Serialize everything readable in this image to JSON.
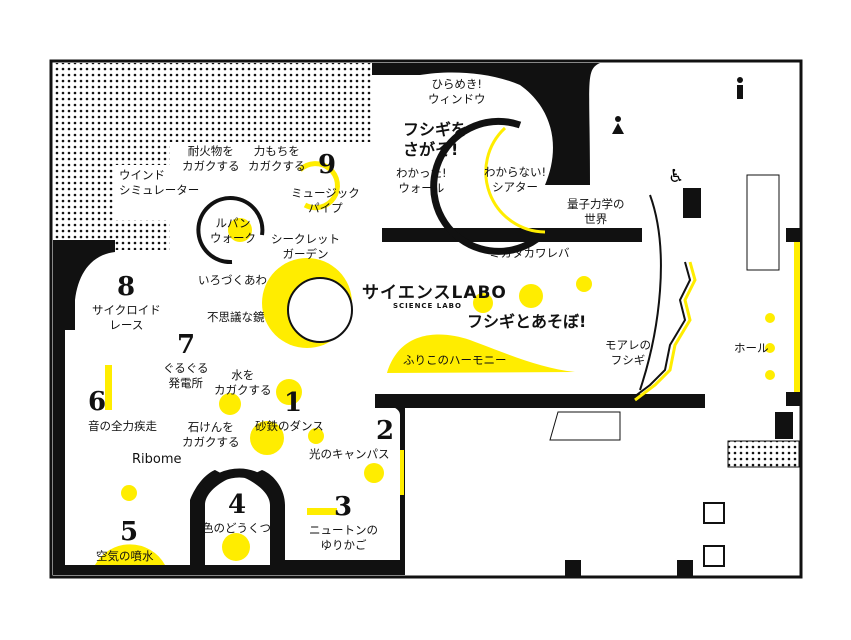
{
  "title": {
    "name": "サイエンスLABO",
    "sub": "SCIENCE LABO"
  },
  "colors": {
    "accent": "#ffed00",
    "ink": "#111111"
  },
  "exhibits": [
    {
      "num": "1",
      "label": "砂鉄のダンス"
    },
    {
      "num": "2",
      "label": "光のキャンパス"
    },
    {
      "num": "3",
      "label": "ニュートンの",
      "label2": "ゆりかご"
    },
    {
      "num": "4",
      "label": "色のどうくつ"
    },
    {
      "num": "5",
      "label": "空気の噴水"
    },
    {
      "num": "6",
      "label": "音の全力疾走"
    },
    {
      "num": "7",
      "label": "ぐるぐる",
      "label2": "発電所"
    },
    {
      "num": "8",
      "label": "サイクロイド",
      "label2": "レース"
    },
    {
      "num": "9",
      "label": "ミュージック",
      "label2": "パイプ"
    }
  ],
  "areas": {
    "wind": [
      "ウインド",
      "シミュレーター"
    ],
    "fireproof": [
      "耐火物を",
      "カガクする"
    ],
    "strength": [
      "力もちを",
      "カガクする"
    ],
    "lupin": [
      "ルパン",
      "ウォーク"
    ],
    "secret": [
      "シークレット",
      "ガーデン"
    ],
    "bubbles": "いろづくあわ",
    "mirror": "不思議な鏡",
    "water": [
      "水を",
      "カガクする"
    ],
    "soap": [
      "石けんを",
      "カガクする"
    ],
    "ribome": "Ribome",
    "hirameki": [
      "ひらめき!",
      "ウィンドウ"
    ],
    "fushigi_search": [
      "フシギを",
      "さがそ!"
    ],
    "wall": [
      "わかった!",
      "ウォール"
    ],
    "theater": [
      "わからない!",
      "シアター"
    ],
    "quantum": [
      "量子力学の",
      "世界"
    ],
    "mikata": "ミカタカワレバ",
    "play": "フシギとあそぼ!",
    "pendulum": "ふりこのハーモニー",
    "moire": [
      "モアレの",
      "フシギ"
    ],
    "hall": "ホール"
  },
  "icons": [
    "male-toilet-icon",
    "female-toilet-icon",
    "accessible-toilet-icon",
    "escalator-icon",
    "elevator-icon",
    "atm-icon"
  ]
}
